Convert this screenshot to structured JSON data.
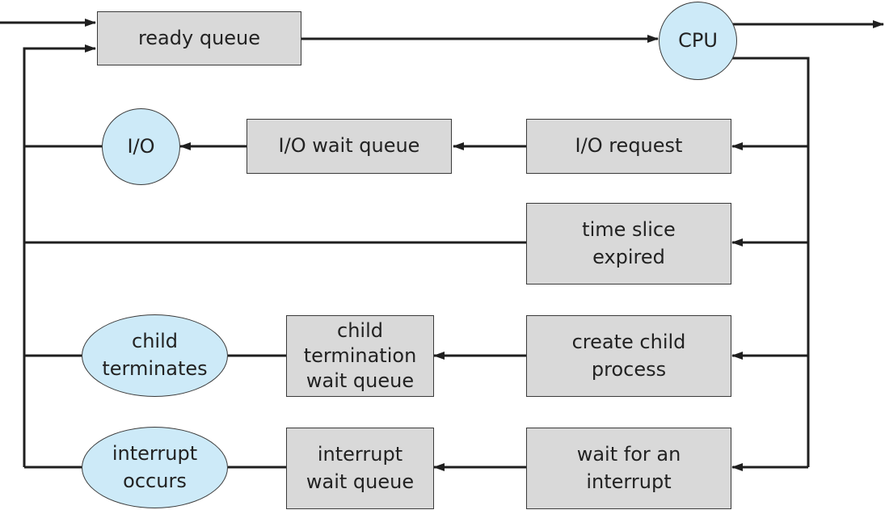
{
  "colors": {
    "line": "#1f1f1f",
    "box_fill": "#d9d9d9",
    "box_border": "#3a3a3a",
    "circle_fill": "#cdeaf8"
  },
  "nodes": {
    "ready_queue": [
      "ready queue"
    ],
    "cpu": [
      "CPU"
    ],
    "io": [
      "I/O"
    ],
    "io_wait_queue": [
      "I/O wait queue"
    ],
    "io_request": [
      "I/O request"
    ],
    "time_slice_expired": [
      "time slice",
      "expired"
    ],
    "child_terminates": [
      "child",
      "terminates"
    ],
    "child_termination_wait_queue": [
      "child",
      "termination",
      "wait queue"
    ],
    "create_child_process": [
      "create child",
      "process"
    ],
    "interrupt_occurs": [
      "interrupt",
      "occurs"
    ],
    "interrupt_wait_queue": [
      "interrupt",
      "wait queue"
    ],
    "wait_for_an_interrupt": [
      "wait for an",
      "interrupt"
    ]
  },
  "edges": [
    {
      "from": "entry",
      "to": "ready_queue"
    },
    {
      "from": "ready_queue",
      "to": "cpu"
    },
    {
      "from": "cpu",
      "to": "exit"
    },
    {
      "from": "cpu",
      "to": "io_request"
    },
    {
      "from": "cpu",
      "to": "time_slice_expired"
    },
    {
      "from": "cpu",
      "to": "create_child_process"
    },
    {
      "from": "cpu",
      "to": "wait_for_an_interrupt"
    },
    {
      "from": "io_request",
      "to": "io_wait_queue"
    },
    {
      "from": "io_wait_queue",
      "to": "io"
    },
    {
      "from": "io",
      "to": "ready_queue"
    },
    {
      "from": "time_slice_expired",
      "to": "ready_queue"
    },
    {
      "from": "create_child_process",
      "to": "child_termination_wait_queue"
    },
    {
      "from": "child_termination_wait_queue",
      "to": "child_terminates"
    },
    {
      "from": "child_terminates",
      "to": "ready_queue"
    },
    {
      "from": "wait_for_an_interrupt",
      "to": "interrupt_wait_queue"
    },
    {
      "from": "interrupt_wait_queue",
      "to": "interrupt_occurs"
    },
    {
      "from": "interrupt_occurs",
      "to": "ready_queue"
    }
  ]
}
